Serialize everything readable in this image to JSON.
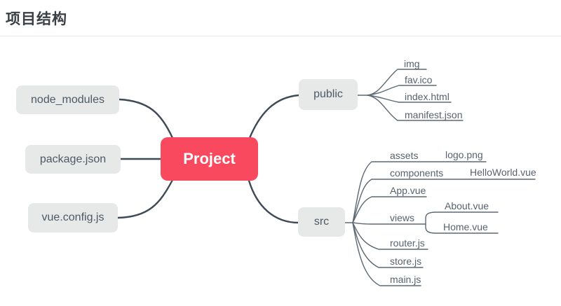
{
  "page": {
    "title": "项目结构"
  },
  "colors": {
    "accent_red": "#f8495e",
    "node_gray": "#e6e9e8",
    "main_line": "#3e4a55",
    "child_line": "#5d6873",
    "leaf_text": "#57626d"
  },
  "mindmap": {
    "root": {
      "label": "Project"
    },
    "left_nodes": [
      {
        "label": "node_modules"
      },
      {
        "label": "package.json"
      },
      {
        "label": "vue.config.js"
      }
    ],
    "right_nodes": [
      {
        "label": "public"
      },
      {
        "label": "src"
      }
    ],
    "public_children": [
      {
        "label": "img"
      },
      {
        "label": "fav.ico"
      },
      {
        "label": "index.html"
      },
      {
        "label": "manifest.json"
      }
    ],
    "src_children": [
      {
        "label": "assets"
      },
      {
        "label": "components"
      },
      {
        "label": "App.vue"
      },
      {
        "label": "views"
      },
      {
        "label": "router.js"
      },
      {
        "label": "store.js"
      },
      {
        "label": "main.js"
      }
    ],
    "assets_children": [
      {
        "label": "logo.png"
      }
    ],
    "components_children": [
      {
        "label": "HelloWorld.vue"
      }
    ],
    "views_children": [
      {
        "label": "About.vue"
      },
      {
        "label": "Home.vue"
      }
    ]
  }
}
